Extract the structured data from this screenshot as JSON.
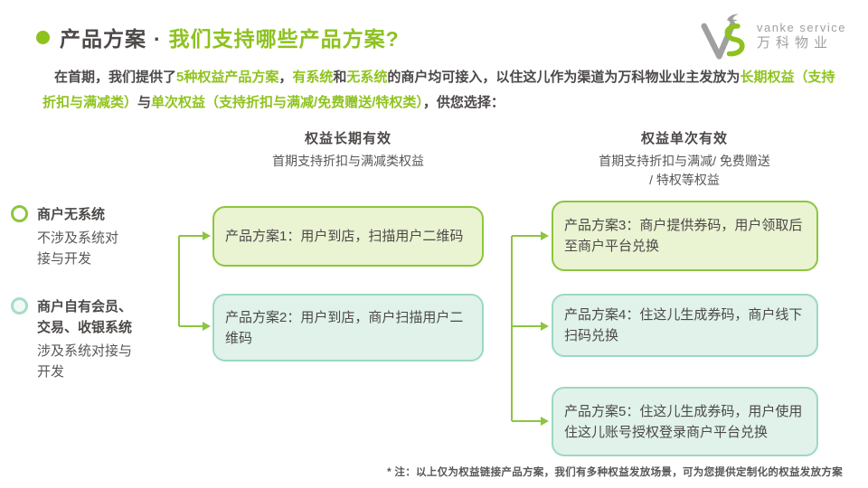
{
  "slide": {
    "title": {
      "left": "产品方案",
      "dot": "·",
      "right": "我们支持哪些产品方案?"
    },
    "logo": {
      "line1": "vanke service",
      "line2": "万科物业"
    },
    "intro": {
      "segments": [
        {
          "text": "在首期，我们提供了",
          "green": false
        },
        {
          "text": "5种权益产品方案",
          "green": true
        },
        {
          "text": "，",
          "green": false
        },
        {
          "text": "有系统",
          "green": true
        },
        {
          "text": "和",
          "green": false
        },
        {
          "text": "无系统",
          "green": true
        },
        {
          "text": "的商户均可接入，以住这儿作为渠道为万科物业业主发放为",
          "green": false
        },
        {
          "text": "长期权益（支持折扣与满减类）",
          "green": true
        },
        {
          "text": "与",
          "green": false
        },
        {
          "text": "单次权益（支持折扣与满减/免费赠送/特权类）",
          "green": true
        },
        {
          "text": "，供您选择：",
          "green": false
        }
      ]
    },
    "columns": {
      "long_term": {
        "title": "权益长期有效",
        "subtitle": "首期支持折扣与满减类权益"
      },
      "single_use": {
        "title": "权益单次有效",
        "subtitle_line1": "首期支持折扣与满减/ 免费赠送",
        "subtitle_line2": "/ 特权等权益"
      }
    },
    "legends": [
      {
        "title": "商户无系统",
        "desc": "不涉及系统对接与开发",
        "variant": "green"
      },
      {
        "title": "商户自有会员、交易、收银系统",
        "desc": "涉及系统对接与开发",
        "variant": "mint"
      }
    ],
    "plans": [
      {
        "label": "产品方案1：用户到店，扫描用户二维码",
        "variant": "green"
      },
      {
        "label": "产品方案2：用户到店，商户扫描用户二维码",
        "variant": "mint"
      },
      {
        "label": "产品方案3：商户提供券码，用户领取后至商户平台兑换",
        "variant": "green"
      },
      {
        "label": "产品方案4：住这儿生成券码，商户线下扫码兑换",
        "variant": "mint"
      },
      {
        "label": "产品方案5：住这儿生成券码，用户使用住这儿账号授权登录商户平台兑换",
        "variant": "mint"
      }
    ],
    "footnote": "* 注：以上仅为权益链接产品方案，我们有多种权益发放场景，可为您提供定制化的权益发放方案",
    "colors": {
      "accent_green": "#8dc21f",
      "connector_green": "#8cc63e",
      "box_green_fill": "#eaf3d2",
      "box_green_border": "#8cc63e",
      "box_mint_fill": "#e0f2ea",
      "box_mint_border": "#9cd8c2",
      "text_dark": "#4c4948",
      "text_body": "#595757",
      "logo_gray": "#9fa0a0"
    }
  }
}
